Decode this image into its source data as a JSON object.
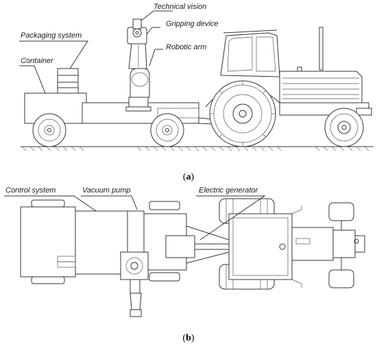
{
  "panel_a": {
    "labels": {
      "technical_vision": "Technical vision",
      "gripping_device": "Gripping device",
      "robotic_arm": "Robotic arm",
      "packaging_system": "Packaging system",
      "container": "Container"
    },
    "caption": {
      "open": "(",
      "letter": "a",
      "close": ")"
    }
  },
  "panel_b": {
    "labels": {
      "control_system": "Control system",
      "vacuum_pump": "Vacuum pump",
      "electric_generator": "Electric generator"
    },
    "caption": {
      "open": "(",
      "letter": "b",
      "close": ")"
    }
  },
  "colors": {
    "line": "#333333",
    "background": "#ffffff"
  }
}
